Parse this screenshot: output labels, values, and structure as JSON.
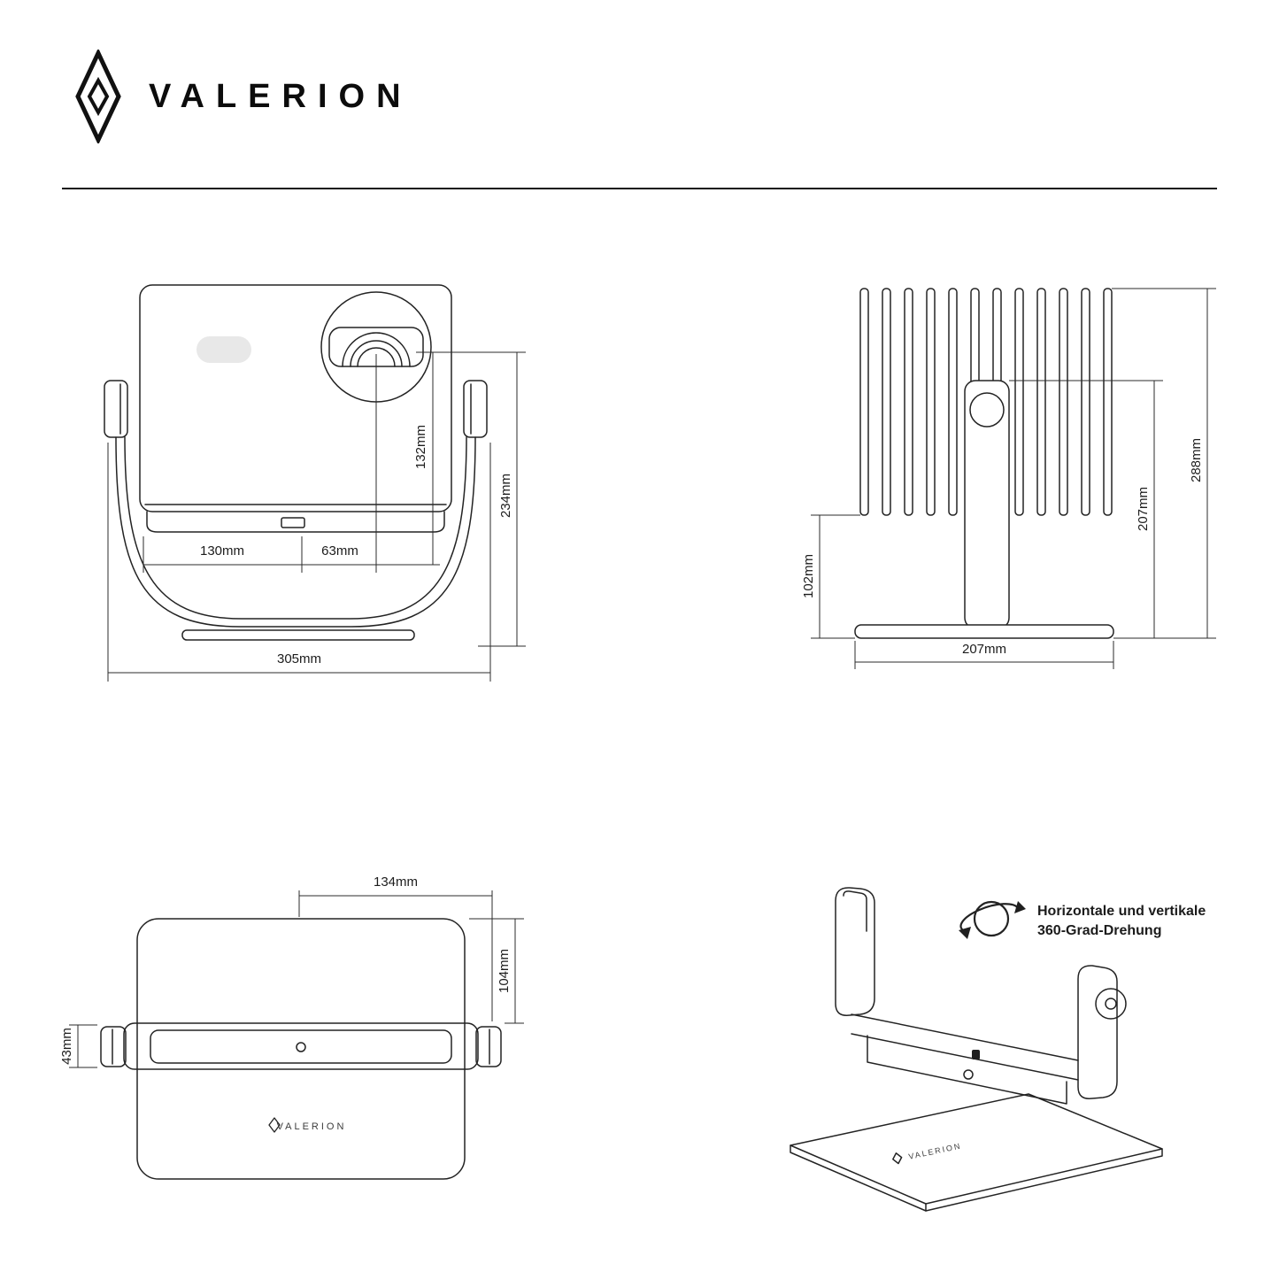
{
  "brand": {
    "name": "VALERION"
  },
  "views": {
    "front": {
      "dim_body_left_width": "130mm",
      "dim_lens_offset": "63mm",
      "dim_lens_height": "132mm",
      "dim_height": "234mm",
      "dim_width": "305mm"
    },
    "side": {
      "dim_base_to_body": "102mm",
      "dim_stand_height": "207mm",
      "dim_total_height": "288mm",
      "dim_base_width": "207mm"
    },
    "top": {
      "dim_center_to_edge": "134mm",
      "dim_body_depth": "104mm",
      "dim_bar_width": "43mm",
      "logo_text": "VALERION"
    },
    "iso": {
      "caption_line1": "Horizontale und vertikale",
      "caption_line2": "360-Grad-Drehung",
      "logo_text": "VALERION"
    }
  }
}
